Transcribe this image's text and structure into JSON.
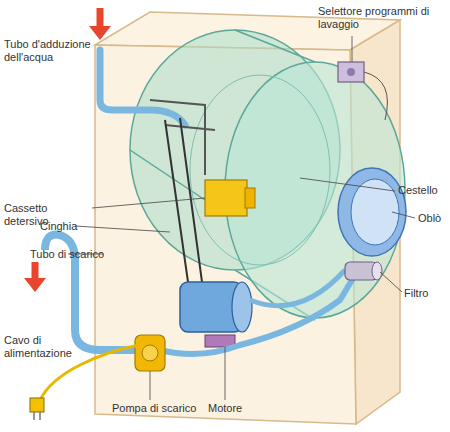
{
  "diagram": {
    "labels": [
      "Tubo d'adduzione dell'acqua",
      "Selettore programmi di lavaggio",
      "Cestello",
      "Cassetto detersivo",
      "Oblò",
      "Cinghia",
      "Tubo di scarico",
      "Filtro",
      "Cavo di alimentazione",
      "Pompa di scarico",
      "Motore"
    ]
  }
}
